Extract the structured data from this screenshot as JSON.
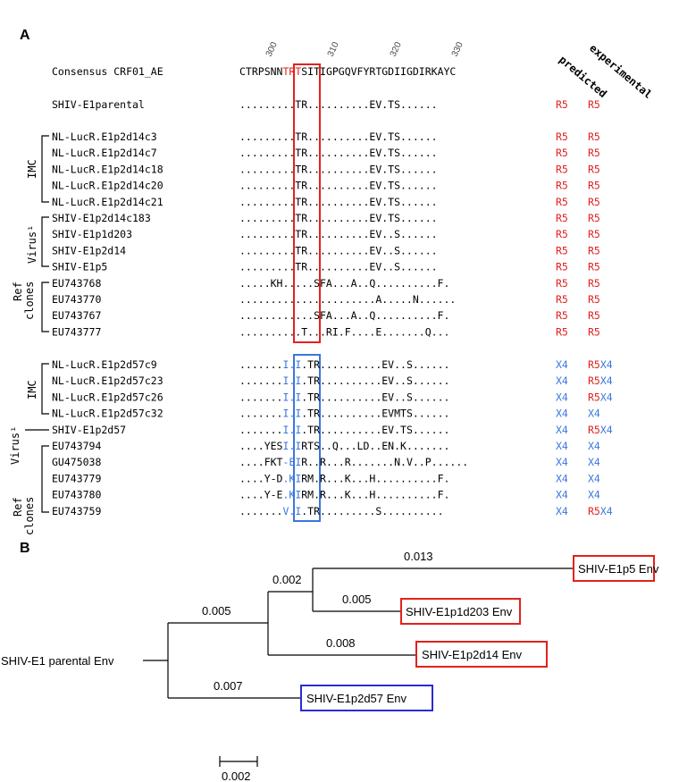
{
  "panels": {
    "a": "A",
    "b": "B"
  },
  "alignment": {
    "consensus_label": "Consensus CRF01_AE",
    "consensus_seq": "CTRPSNNTRTSITIGPGQVFYRTGDIIGDIRKAYC",
    "consensus_highlight": "TRT",
    "positions": [
      "300",
      "310",
      "320",
      "330"
    ],
    "col_headers": {
      "predicted": "predicted",
      "experimental": "experimental"
    },
    "parental": {
      "name": "SHIV-E1parental",
      "seq": ".........TR..........EV.TS......",
      "pred": "R5",
      "exp": [
        "R5"
      ]
    },
    "r5_rows": [
      {
        "name": "NL-LucR.E1p2d14c3",
        "seq": ".........TR..........EV.TS......",
        "pred": "R5",
        "exp": [
          "R5"
        ]
      },
      {
        "name": "NL-LucR.E1p2d14c7",
        "seq": ".........TR..........EV.TS......",
        "pred": "R5",
        "exp": [
          "R5"
        ]
      },
      {
        "name": "NL-LucR.E1p2d14c18",
        "seq": ".........TR..........EV.TS......",
        "pred": "R5",
        "exp": [
          "R5"
        ]
      },
      {
        "name": "NL-LucR.E1p2d14c20",
        "seq": ".........TR..........EV.TS......",
        "pred": "R5",
        "exp": [
          "R5"
        ]
      },
      {
        "name": "NL-LucR.E1p2d14c21",
        "seq": ".........TR..........EV.TS......",
        "pred": "R5",
        "exp": [
          "R5"
        ]
      },
      {
        "name": "SHIV-E1p2d14c183",
        "seq": ".........TR..........EV.TS......",
        "pred": "R5",
        "exp": [
          "R5"
        ]
      },
      {
        "name": "SHIV-E1p1d203",
        "seq": ".........TR..........EV..S......",
        "pred": "R5",
        "exp": [
          "R5"
        ]
      },
      {
        "name": "SHIV-E1p2d14",
        "seq": ".........TR..........EV..S......",
        "pred": "R5",
        "exp": [
          "R5"
        ]
      },
      {
        "name": "SHIV-E1p5",
        "seq": ".........TR..........EV..S......",
        "pred": "R5",
        "exp": [
          "R5"
        ]
      },
      {
        "name": "EU743768",
        "seq": ".....KH.....SFA...A..Q..........F.",
        "pred": "R5",
        "exp": [
          "R5"
        ]
      },
      {
        "name": "EU743770",
        "seq": "......................A.....N......",
        "pred": "R5",
        "exp": [
          "R5"
        ]
      },
      {
        "name": "EU743767",
        "seq": "............SFA...A..Q..........F.",
        "pred": "R5",
        "exp": [
          "R5"
        ]
      },
      {
        "name": "EU743777",
        "seq": "..........T...RI.F....E.......Q...",
        "pred": "R5",
        "exp": [
          "R5"
        ]
      }
    ],
    "r5_groups": {
      "imc": "IMC",
      "virus": "Virus¹",
      "ref1": "Ref",
      "ref2": "clones"
    },
    "x4_rows": [
      {
        "name": "NL-LucR.E1p2d57c9",
        "hl": "I.I",
        "seq": ".......I.I.TR..........EV..S......",
        "pred": "X4",
        "exp": [
          "R5",
          "X4"
        ]
      },
      {
        "name": "NL-LucR.E1p2d57c23",
        "hl": "I.I",
        "seq": ".......I.I.TR..........EV..S......",
        "pred": "X4",
        "exp": [
          "R5",
          "X4"
        ]
      },
      {
        "name": "NL-LucR.E1p2d57c26",
        "hl": "I.I",
        "seq": ".......I.I.TR..........EV..S......",
        "pred": "X4",
        "exp": [
          "R5",
          "X4"
        ]
      },
      {
        "name": "NL-LucR.E1p2d57c32",
        "hl": "I.I",
        "seq": ".......I.I.TR..........EVMTS......",
        "pred": "X4",
        "exp": [
          "X4"
        ]
      },
      {
        "name": "SHIV-E1p2d57",
        "hl": "I.I",
        "seq": ".......I.I.TR..........EV.TS......",
        "pred": "X4",
        "exp": [
          "R5",
          "X4"
        ]
      },
      {
        "name": "EU743794",
        "hl": "I.I",
        "seq": "....YESI.IRTS..Q...LD..EN.K.......",
        "pred": "X4",
        "exp": [
          "X4"
        ]
      },
      {
        "name": "GU475038",
        "hl": "-EI",
        "seq": "....FKT-EIR..R...R.......N.V..P......",
        "pred": "X4",
        "exp": [
          "X4"
        ]
      },
      {
        "name": "EU743779",
        "hl": "-KI",
        "seq": "....Y-D.KIRM.R...K...H..........F.",
        "pred": "X4",
        "exp": [
          "X4"
        ]
      },
      {
        "name": "EU743780",
        "hl": ".KI",
        "seq": "....Y-E.KIRM.R...K...H..........F.",
        "pred": "X4",
        "exp": [
          "X4"
        ]
      },
      {
        "name": "EU743759",
        "hl": "V.I",
        "seq": ".......V.I.TR.........S..........",
        "pred": "X4",
        "exp": [
          "R5",
          "X4"
        ]
      }
    ],
    "x4_groups": {
      "imc": "IMC",
      "virus": "Virus¹",
      "ref1": "Ref",
      "ref2": "clones"
    },
    "colors": {
      "r5": "#e3211c",
      "x4": "#3a76dd"
    }
  },
  "tree": {
    "root_label": "SHIV-E1 parental Env",
    "leaves": [
      {
        "label": "SHIV-E1p5 Env",
        "color": "#e3211c"
      },
      {
        "label": "SHIV-E1p1d203 Env",
        "color": "#e3211c"
      },
      {
        "label": "SHIV-E1p2d14 Env",
        "color": "#e3211c"
      },
      {
        "label": "SHIV-E1p2d57 Env",
        "color": "#2b2bd1"
      }
    ],
    "branch_lengths": [
      "0.013",
      "0.002",
      "0.005",
      "0.005",
      "0.008",
      "0.007"
    ],
    "scale_label": "0.002"
  }
}
